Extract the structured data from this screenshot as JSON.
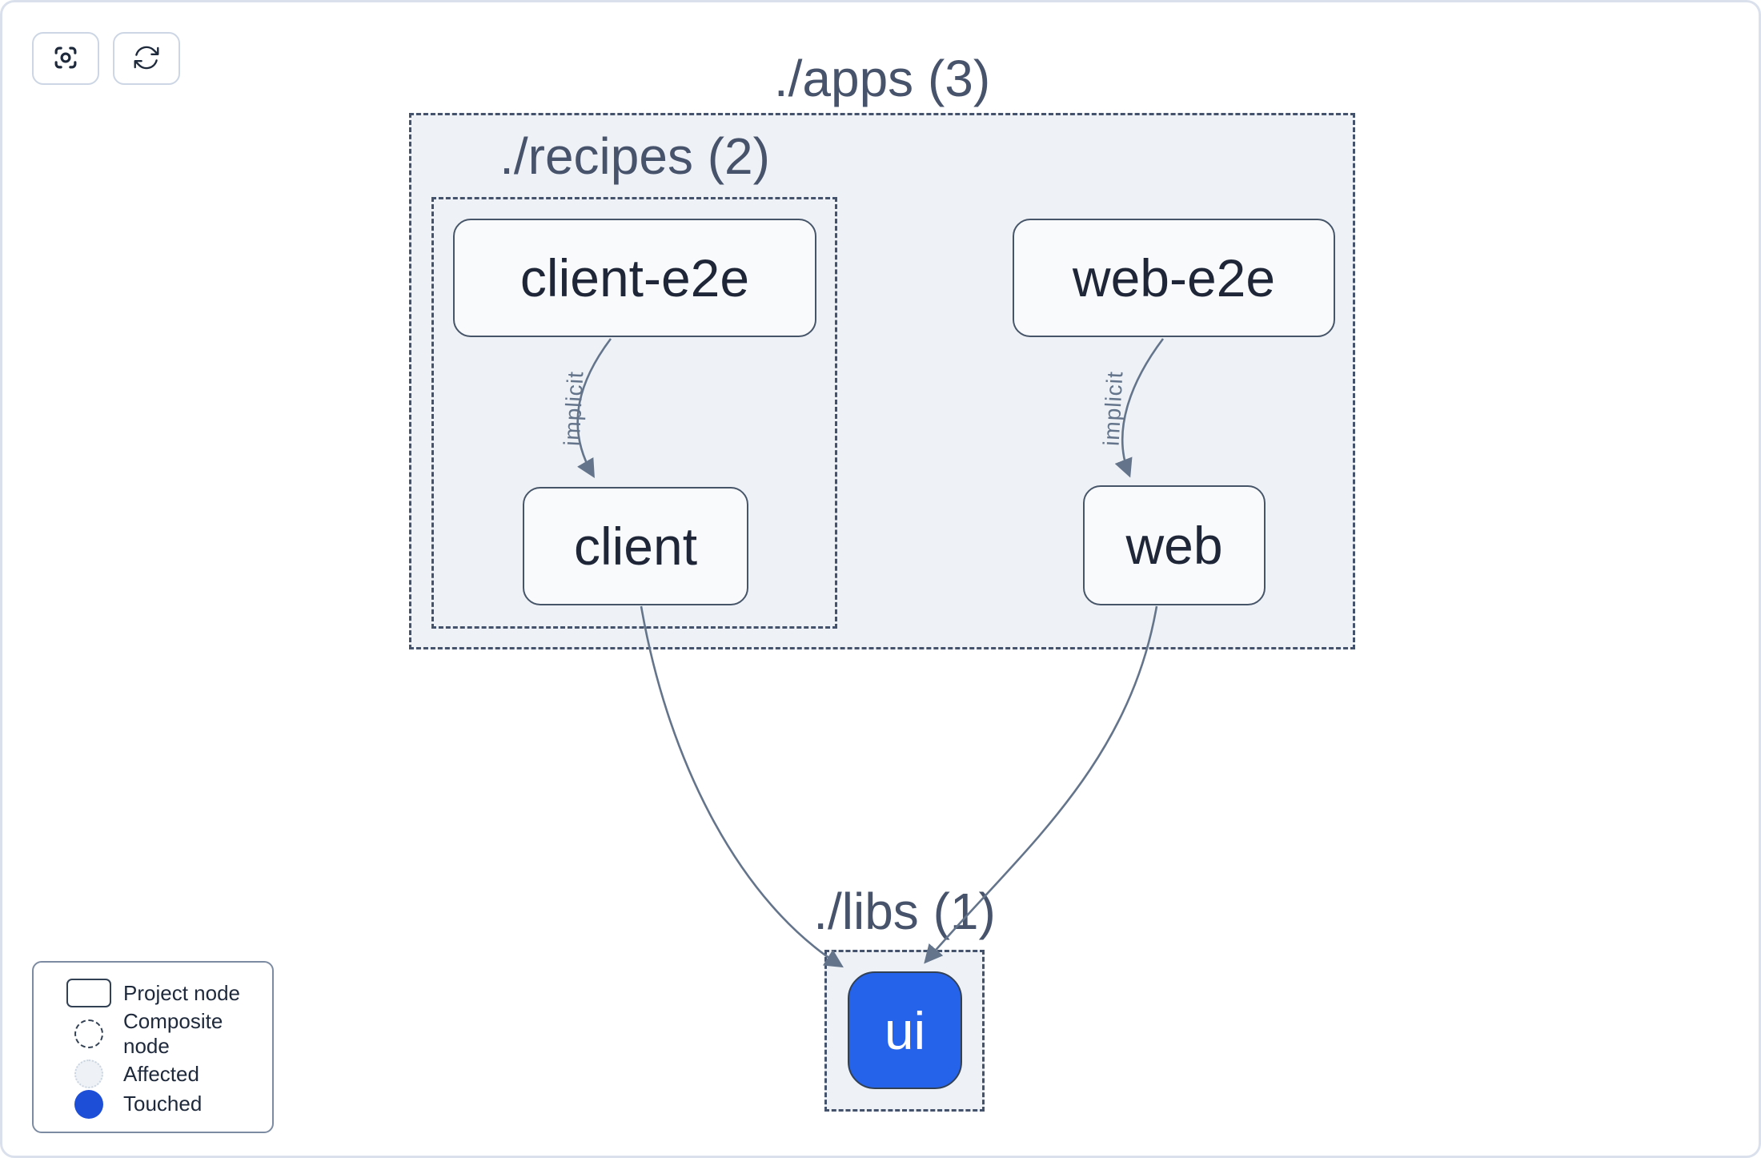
{
  "toolbar": {
    "buttons": [
      {
        "id": "focus",
        "icon": "viewfinder-icon"
      },
      {
        "id": "refresh",
        "icon": "refresh-icon"
      }
    ]
  },
  "graph": {
    "composites": [
      {
        "id": "apps",
        "label": "./apps (3)",
        "count": 3
      },
      {
        "id": "recipes",
        "label": "./recipes (2)",
        "count": 2
      },
      {
        "id": "libs",
        "label": "./libs (1)",
        "count": 1
      }
    ],
    "nodes": [
      {
        "id": "client-e2e",
        "label": "client-e2e",
        "state": "default"
      },
      {
        "id": "client",
        "label": "client",
        "state": "default"
      },
      {
        "id": "web-e2e",
        "label": "web-e2e",
        "state": "default"
      },
      {
        "id": "web",
        "label": "web",
        "state": "default"
      },
      {
        "id": "ui",
        "label": "ui",
        "state": "touched"
      }
    ],
    "edges": [
      {
        "from": "client-e2e",
        "to": "client",
        "label": "implicit"
      },
      {
        "from": "web-e2e",
        "to": "web",
        "label": "implicit"
      },
      {
        "from": "client",
        "to": "ui",
        "label": ""
      },
      {
        "from": "web",
        "to": "ui",
        "label": ""
      }
    ]
  },
  "legend": {
    "items": [
      {
        "label": "Project node",
        "swatch": "project-node-outline"
      },
      {
        "label": "Composite node",
        "swatch": "dashed-circle"
      },
      {
        "label": "Affected",
        "swatch": "affected-circle"
      },
      {
        "label": "Touched",
        "swatch": "touched-circle"
      }
    ]
  },
  "colors": {
    "touched_legend": "#1d4ed8",
    "touched_node_fill": "#2563eb",
    "composite_fill": "#eef2f7",
    "composite_border": "#45526b",
    "node_border": "#475569",
    "edge": "#64748b",
    "frame_border": "#dbe1ec"
  }
}
